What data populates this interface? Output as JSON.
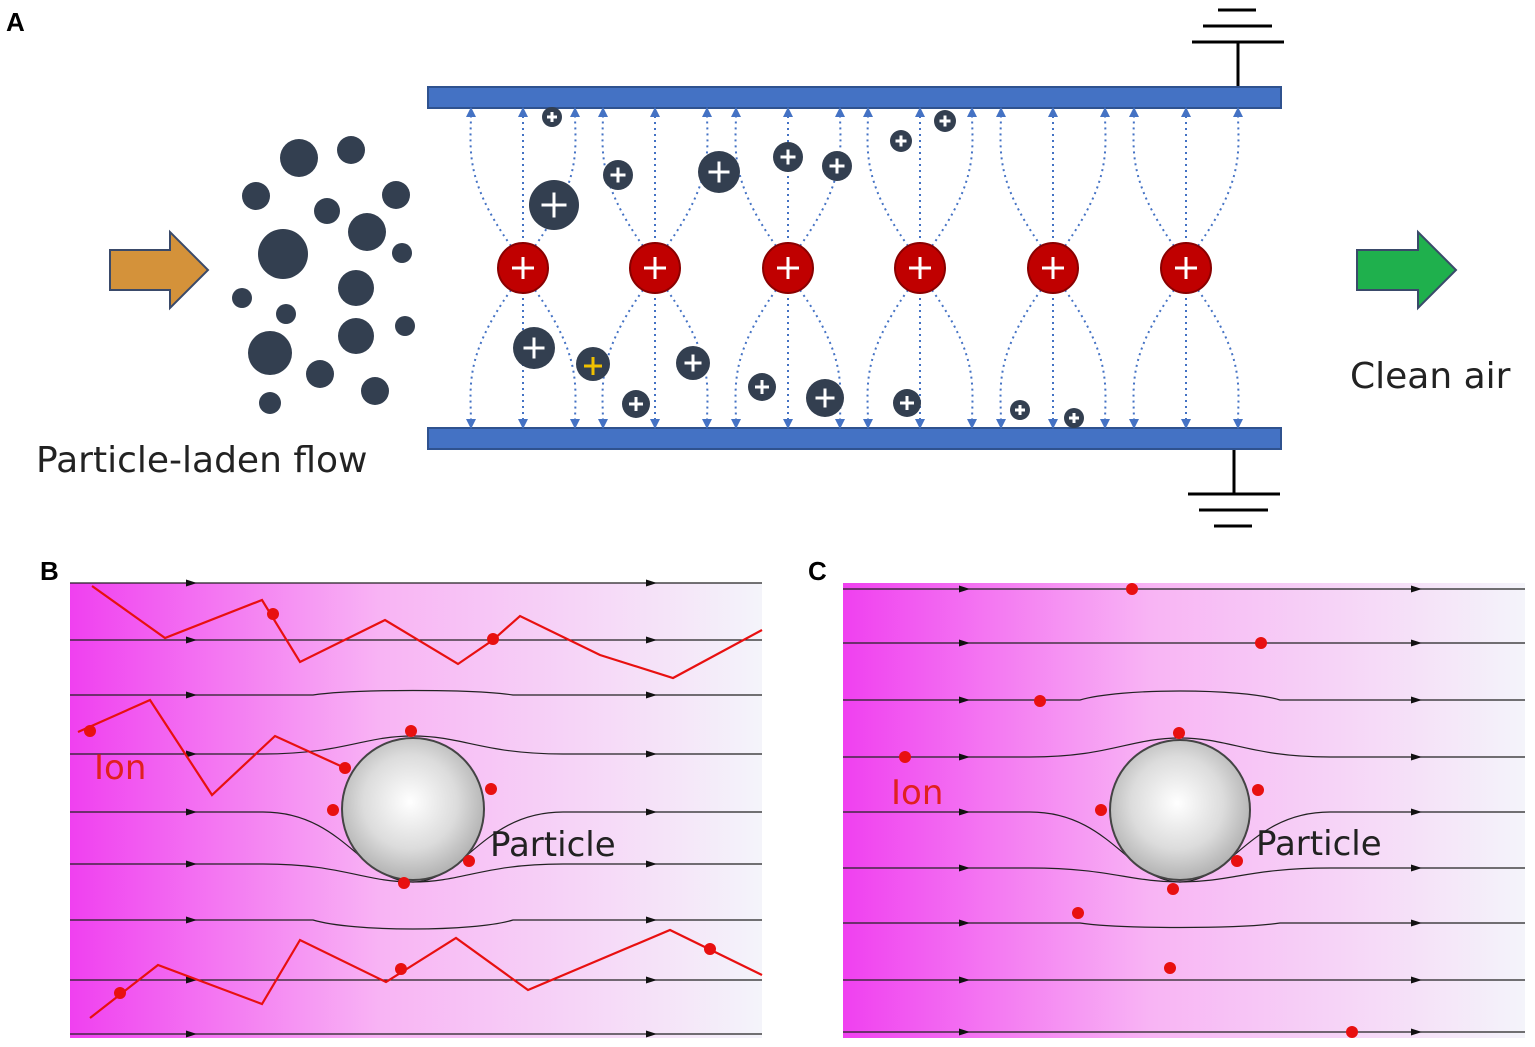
{
  "panels": {
    "a": {
      "letter": "A",
      "inflow_label": "Particle-laden flow",
      "outflow_label": "Clean air"
    },
    "b": {
      "letter": "B",
      "ion_label": "Ion",
      "particle_label": "Particle"
    },
    "c": {
      "letter": "C",
      "ion_label": "Ion",
      "particle_label": "Particle"
    }
  },
  "colors": {
    "plate": "#4472c4",
    "plate_edge": "#2f528f",
    "emitter": "#c00000",
    "particle": "#333f50",
    "field_line": "#4472c4",
    "inflow_arrow": "#d4923a",
    "outflow_arrow": "#1fb04d",
    "ion": "#e81010",
    "ion_path": "#e81010",
    "gradient_start": "#f040f0",
    "gradient_end": "#f4f4fa",
    "neutral_charge_mark": "#f0c000"
  },
  "icons": [
    "ground-symbol-icon",
    "plus-charge-icon"
  ]
}
